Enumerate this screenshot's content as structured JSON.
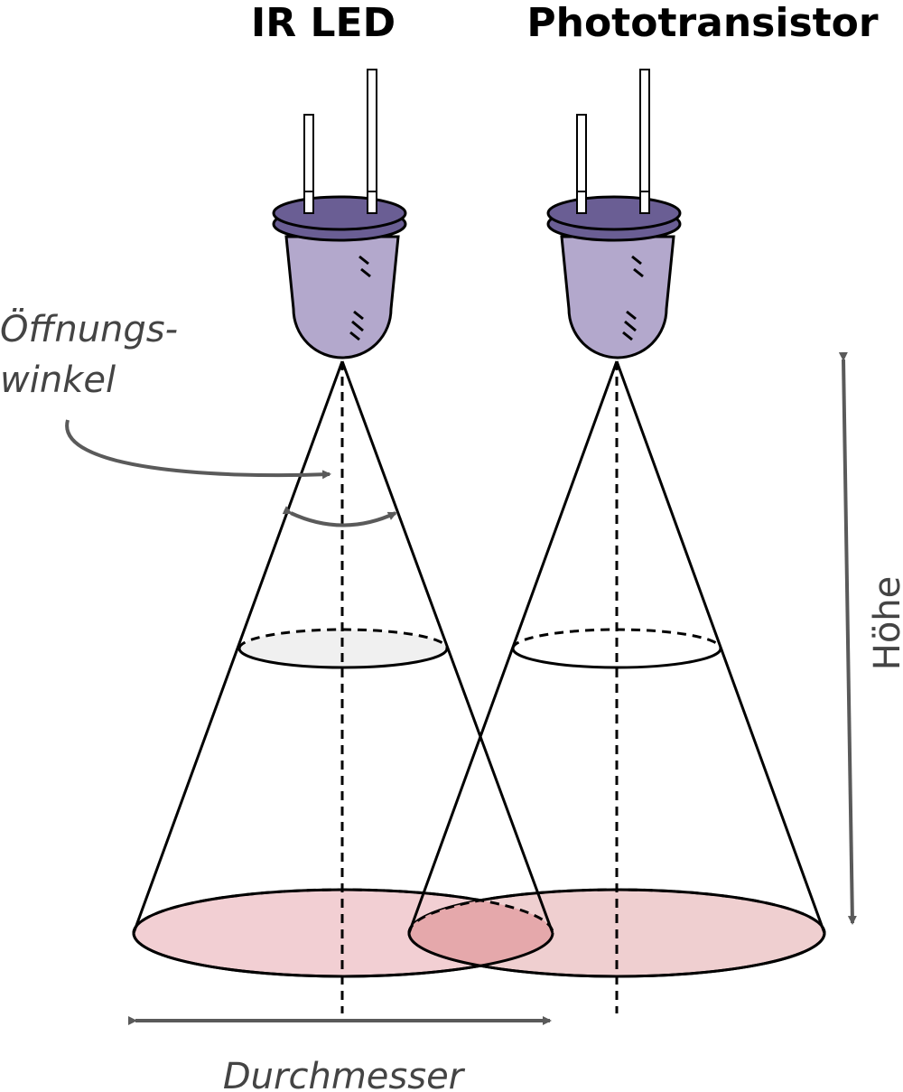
{
  "components": {
    "led_label": "IR LED",
    "phototransistor_label": "Phototransistor"
  },
  "annotations": {
    "angle_line1": "Öffnungs-",
    "angle_line2": "winkel",
    "height": "Höhe",
    "diameter": "Durchmesser"
  },
  "colors": {
    "body": "#b3a8cc",
    "flange": "#6a5e94",
    "outline": "#000000",
    "spot": "#f2cfd3",
    "overlap": "#e5a8ab",
    "arrow": "#5a5a5a",
    "mid_ellipse": "#f0f0f0"
  }
}
